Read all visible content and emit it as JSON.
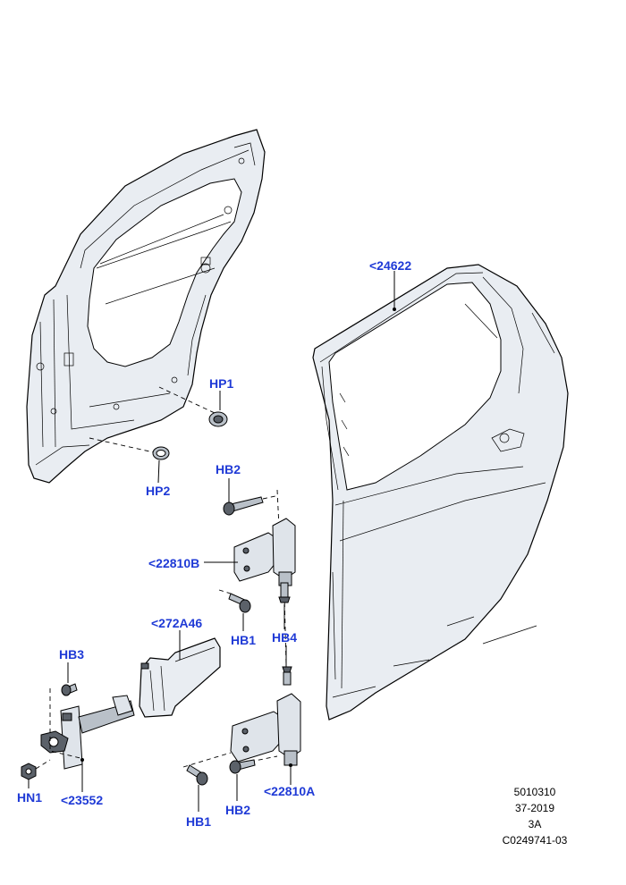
{
  "labels": {
    "l24622": "<24622",
    "hp1": "HP1",
    "hp2": "HP2",
    "hb2_top": "HB2",
    "l22810b": "<22810B",
    "l272a46": "<272A46",
    "hb1_mid": "HB1",
    "hb4": "HB4",
    "hb3": "HB3",
    "hn1": "HN1",
    "l23552": "<23552",
    "hb1_bottom": "HB1",
    "hb2_bottom": "HB2",
    "l22810a": "<22810A"
  },
  "meta": {
    "line1": "5010310",
    "line2": "37-2019",
    "line3": "3A",
    "line4": "C0249741-03"
  },
  "colors": {
    "label": "#1f3ad6",
    "panel_fill": "#e9edf2"
  }
}
